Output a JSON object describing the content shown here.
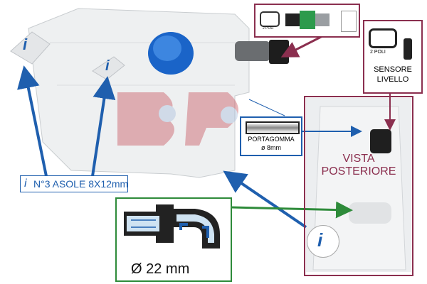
{
  "labels": {
    "asole": "N°3 ASOLE 8X12mm",
    "info_glyph": "i",
    "portagomma": "PORTAGOMMA",
    "portagomma_size": "ø 8mm",
    "vista_line1": "VISTA",
    "vista_line2": "POSTERIORE",
    "sensore_line1": "SENSORE",
    "sensore_line2": "LIVELLO",
    "poli_sensor": "2 POLI",
    "poli_switch": "2 POLI",
    "diameter": "Ø 22 mm"
  },
  "colors": {
    "blue": "#1f5fae",
    "green": "#2e8b3a",
    "maroon": "#8b2f4f",
    "logo": "#c0303c"
  }
}
